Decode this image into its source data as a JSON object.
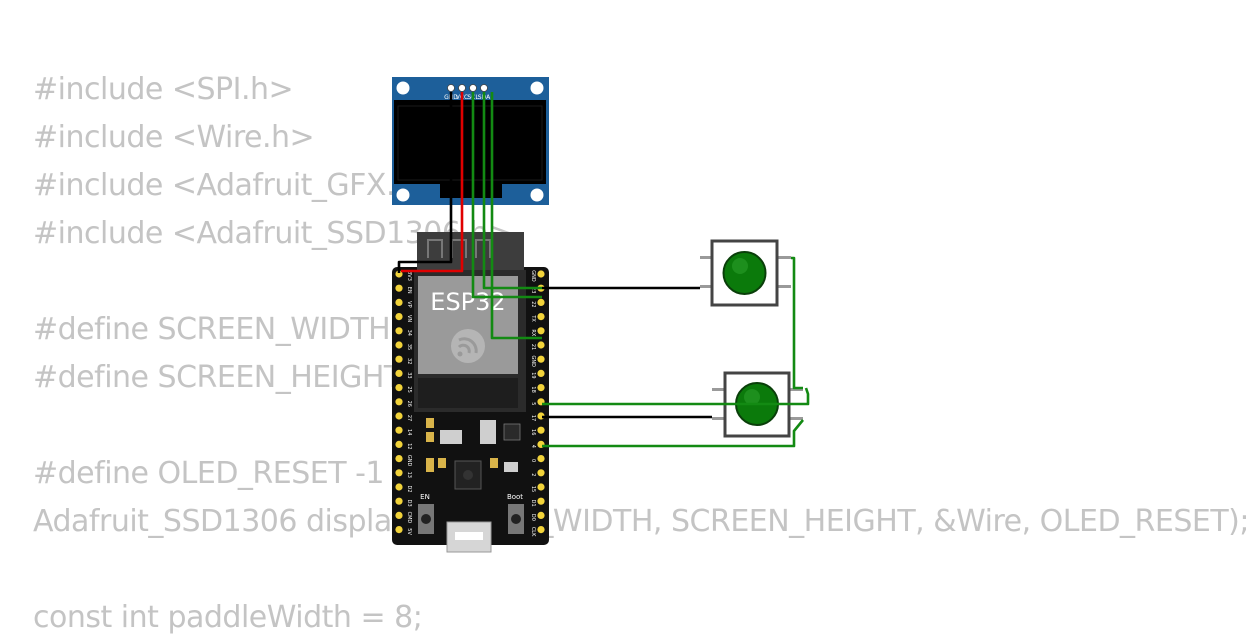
{
  "code_lines": [
    "#include <SPI.h>",
    "#include <Wire.h>",
    "#include <Adafruit_GFX.h>",
    "#include <Adafruit_SSD1306.h>",
    "",
    "#define SCREEN_WIDTH 128",
    "#define SCREEN_HEIGHT 64",
    "",
    "#define OLED_RESET -1",
    "Adafruit_SSD1306 display(SCREEN_WIDTH, SCREEN_HEIGHT, &Wire, OLED_RESET);",
    "",
    "const int paddleWidth = 8;"
  ],
  "esp32": {
    "label": "ESP32",
    "left_pins": [
      "3V3",
      "EN",
      "VP",
      "VN",
      "34",
      "35",
      "32",
      "33",
      "25",
      "26",
      "27",
      "14",
      "12",
      "GND",
      "13",
      "D2",
      "D3",
      "CMD",
      "5V"
    ],
    "right_pins": [
      "GND",
      "23",
      "22",
      "TX",
      "RX",
      "21",
      "GND",
      "19",
      "18",
      "5",
      "17",
      "16",
      "4",
      "0",
      "2",
      "15",
      "D1",
      "D0",
      "CLK"
    ],
    "en_label": "EN",
    "boot_label": "Boot"
  },
  "oled": {
    "pins": [
      "GND",
      "VCC",
      "SCL",
      "SDA"
    ]
  },
  "colors": {
    "code_text": "#c4c4c4",
    "pcb": "#111111",
    "oled_board": "#1d5f9a",
    "wire_power": "#e00000",
    "wire_signal": "#138a13",
    "wire_ground": "#000000",
    "button_cap": "#0b7a0b"
  }
}
